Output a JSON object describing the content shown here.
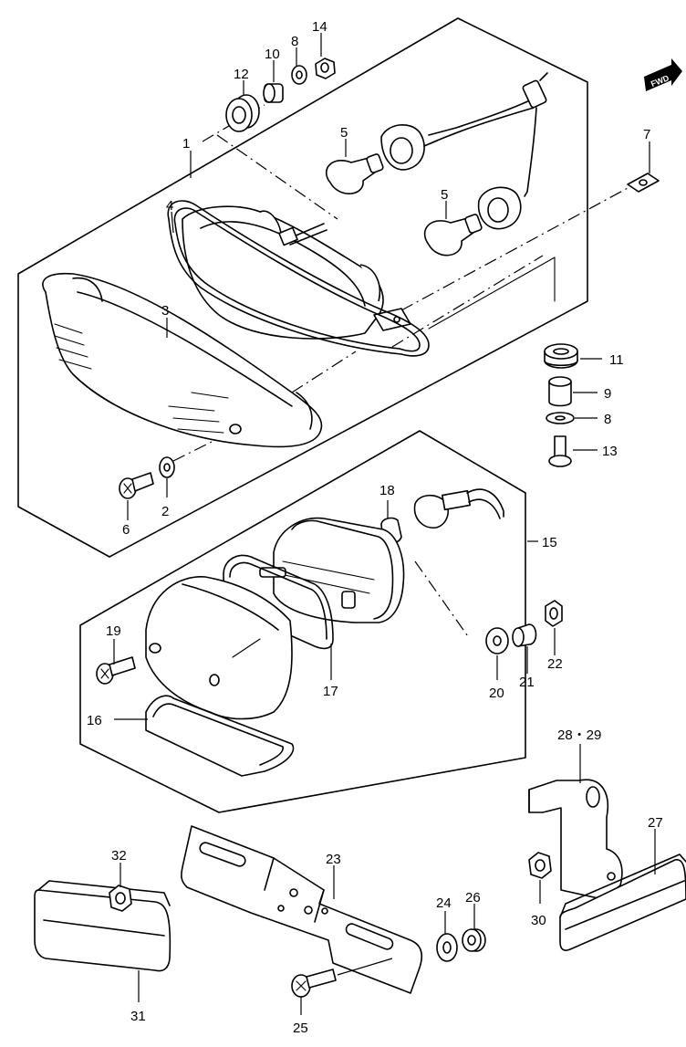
{
  "badge": {
    "text": "FWD"
  },
  "callouts": [
    {
      "id": "c1",
      "text": "1"
    },
    {
      "id": "c2",
      "text": "2"
    },
    {
      "id": "c3",
      "text": "3"
    },
    {
      "id": "c4",
      "text": "4"
    },
    {
      "id": "c5a",
      "text": "5"
    },
    {
      "id": "c5b",
      "text": "5"
    },
    {
      "id": "c6",
      "text": "6"
    },
    {
      "id": "c7",
      "text": "7"
    },
    {
      "id": "c8a",
      "text": "8"
    },
    {
      "id": "c8b",
      "text": "8"
    },
    {
      "id": "c9",
      "text": "9"
    },
    {
      "id": "c10",
      "text": "10"
    },
    {
      "id": "c11",
      "text": "11"
    },
    {
      "id": "c12",
      "text": "12"
    },
    {
      "id": "c13",
      "text": "13"
    },
    {
      "id": "c14",
      "text": "14"
    },
    {
      "id": "c15",
      "text": "15"
    },
    {
      "id": "c16",
      "text": "16"
    },
    {
      "id": "c17",
      "text": "17"
    },
    {
      "id": "c18",
      "text": "18"
    },
    {
      "id": "c19",
      "text": "19"
    },
    {
      "id": "c20",
      "text": "20"
    },
    {
      "id": "c21",
      "text": "21"
    },
    {
      "id": "c22",
      "text": "22"
    },
    {
      "id": "c23",
      "text": "23"
    },
    {
      "id": "c24",
      "text": "24"
    },
    {
      "id": "c25",
      "text": "25"
    },
    {
      "id": "c26",
      "text": "26"
    },
    {
      "id": "c27",
      "text": "27"
    },
    {
      "id": "c2829",
      "text": "28・29"
    },
    {
      "id": "c30",
      "text": "30"
    },
    {
      "id": "c31",
      "text": "31"
    },
    {
      "id": "c32",
      "text": "32"
    }
  ]
}
